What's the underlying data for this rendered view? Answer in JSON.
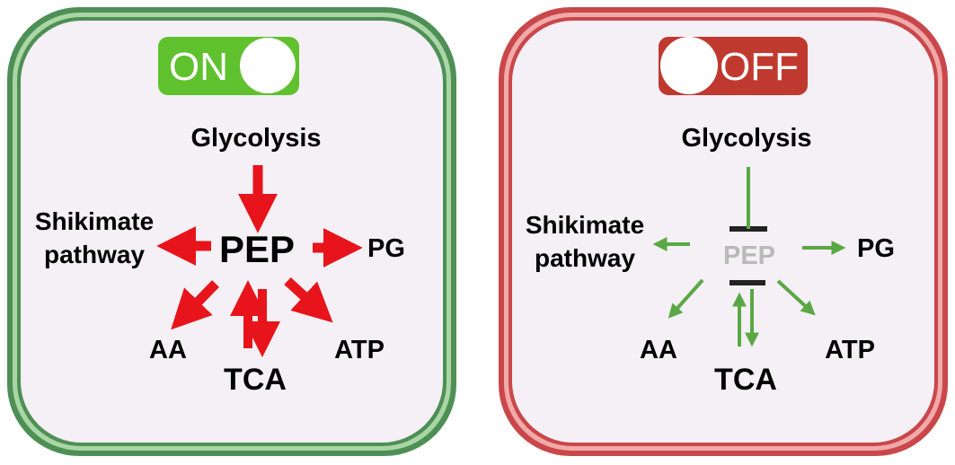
{
  "colors": {
    "on_frame": "#4e8f55",
    "on_frame_light": "#a9d6a4",
    "off_frame": "#c9474a",
    "off_frame_light": "#f1a9a9",
    "panel_fill": "#f4f0f5",
    "on_toggle": "#5fc12e",
    "off_toggle": "#c0392f",
    "red_arrow": "#e8141b",
    "green_arrow": "#5aa845",
    "pep_faded": "#b9b9b9",
    "inhibit_bar": "#222222"
  },
  "panels": [
    {
      "state": "on",
      "toggle_label": "ON",
      "glycolysis": "Glycolysis",
      "shikimate_line1": "Shikimate",
      "shikimate_line2": "pathway",
      "center": "PEP",
      "pg": "PG",
      "aa": "AA",
      "tca": "TCA",
      "atp": "ATP"
    },
    {
      "state": "off",
      "toggle_label": "OFF",
      "glycolysis": "Glycolysis",
      "shikimate_line1": "Shikimate",
      "shikimate_line2": "pathway",
      "center": "PEP",
      "pg": "PG",
      "aa": "AA",
      "tca": "TCA",
      "atp": "ATP"
    }
  ]
}
